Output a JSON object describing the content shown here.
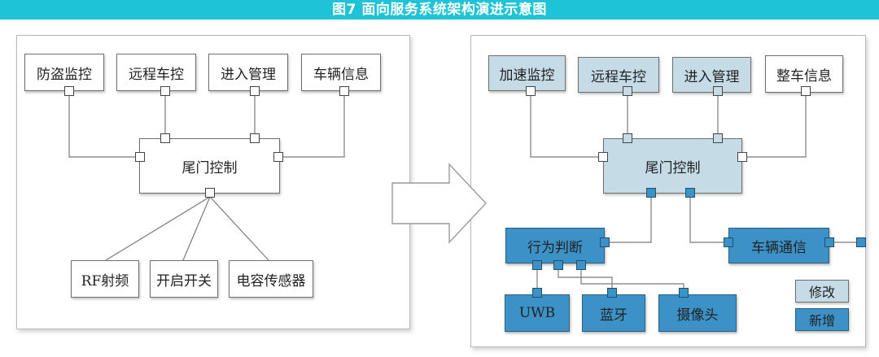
{
  "title": "图7 面向服务系统架构演进示意图",
  "colors": {
    "title_bar": "#1ec3d8",
    "light_box": "#c5dbe6",
    "dark_box": "#3c92c6"
  },
  "left": {
    "top_services": [
      "防盗监控",
      "远程车控",
      "进入管理",
      "车辆信息"
    ],
    "controller": "尾门控制",
    "sensors": [
      "RF射频",
      "开启开关",
      "电容传感器"
    ]
  },
  "right": {
    "top_services": [
      "加速监控",
      "远程车控",
      "进入管理",
      "整车信息"
    ],
    "controller": "尾门控制",
    "behavior": "行为判断",
    "comm": "车辆通信",
    "sensors": [
      "UWB",
      "蓝牙",
      "摄像头"
    ],
    "legend": {
      "modified": "修改",
      "added": "新增"
    }
  }
}
